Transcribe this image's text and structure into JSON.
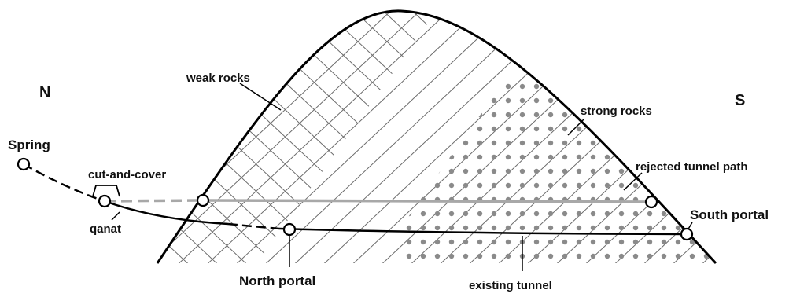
{
  "diagram": {
    "directions": {
      "north": "N",
      "south": "S"
    },
    "labels": {
      "weak_rocks": "weak rocks",
      "strong_rocks": "strong rocks",
      "spring": "Spring",
      "cut_and_cover": "cut-and-cover",
      "qanat": "qanat",
      "north_portal": "North portal",
      "existing_tunnel": "existing tunnel",
      "rejected_tunnel_path": "rejected tunnel path",
      "south_portal": "South portal"
    },
    "colors": {
      "outline": "#000000",
      "hatch": "#6b6b6b",
      "dots": "#8a8a8a",
      "rejected_path": "#a8a8a8",
      "background": "#ffffff"
    }
  }
}
